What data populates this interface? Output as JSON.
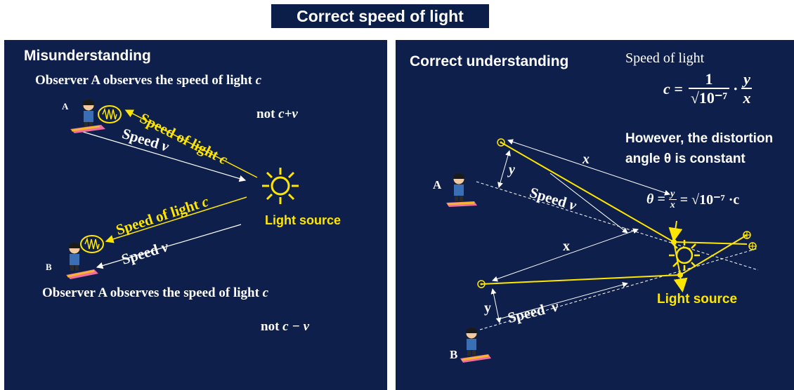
{
  "title": "Correct speed of light",
  "left": {
    "heading": "Misunderstanding",
    "line1_pre": "Observer A observes the speed of light ",
    "line1_var": "c",
    "observer_a": "A",
    "observer_b": "B",
    "not_c_plus_v_pre": "not ",
    "not_c_plus_v_expr": "c+v",
    "speed_light_top": "Speed of light ",
    "speed_light_top_var": "c",
    "speed_v_top": "Speed ",
    "speed_v_top_var": "v",
    "light_source": "Light source",
    "speed_light_bottom": "Speed of light ",
    "speed_light_bottom_var": "c",
    "speed_v_bottom": "Speed ",
    "speed_v_bottom_var": "v",
    "line2_pre": "Observer A observes the speed of light ",
    "line2_var": "c",
    "not_c_minus_v_pre": "not ",
    "not_c_minus_v_expr": "c − v"
  },
  "right": {
    "heading": "Correct understanding",
    "speed_of_light_label": "Speed of light",
    "formula_lhs": "c =",
    "formula_num": "1",
    "formula_den": "√10⁻⁷",
    "formula_rhs_dot": "·",
    "formula_rhs_num": "y",
    "formula_rhs_den": "x",
    "distortion_line1": "However, the distortion",
    "distortion_line2": "angle θ is constant",
    "theta_lhs": "θ =",
    "theta_num": "y",
    "theta_den": "x",
    "theta_rhs": "= √10⁻⁷ ·c",
    "label_x_top": "x",
    "label_y_top": "y",
    "label_x_mid": "x",
    "label_y_bottom": "y",
    "speed_v_top": "Speed ",
    "speed_v_top_var": "v",
    "speed_v_bottom": "Speed  ",
    "speed_v_bottom_var": "v",
    "observer_a": "A",
    "observer_b": "B",
    "light_source": "Light source"
  },
  "colors": {
    "panel": "#0e1f4b",
    "title_bg": "#0b1e4a",
    "accent": "#ffe600",
    "text": "#ffffff"
  }
}
